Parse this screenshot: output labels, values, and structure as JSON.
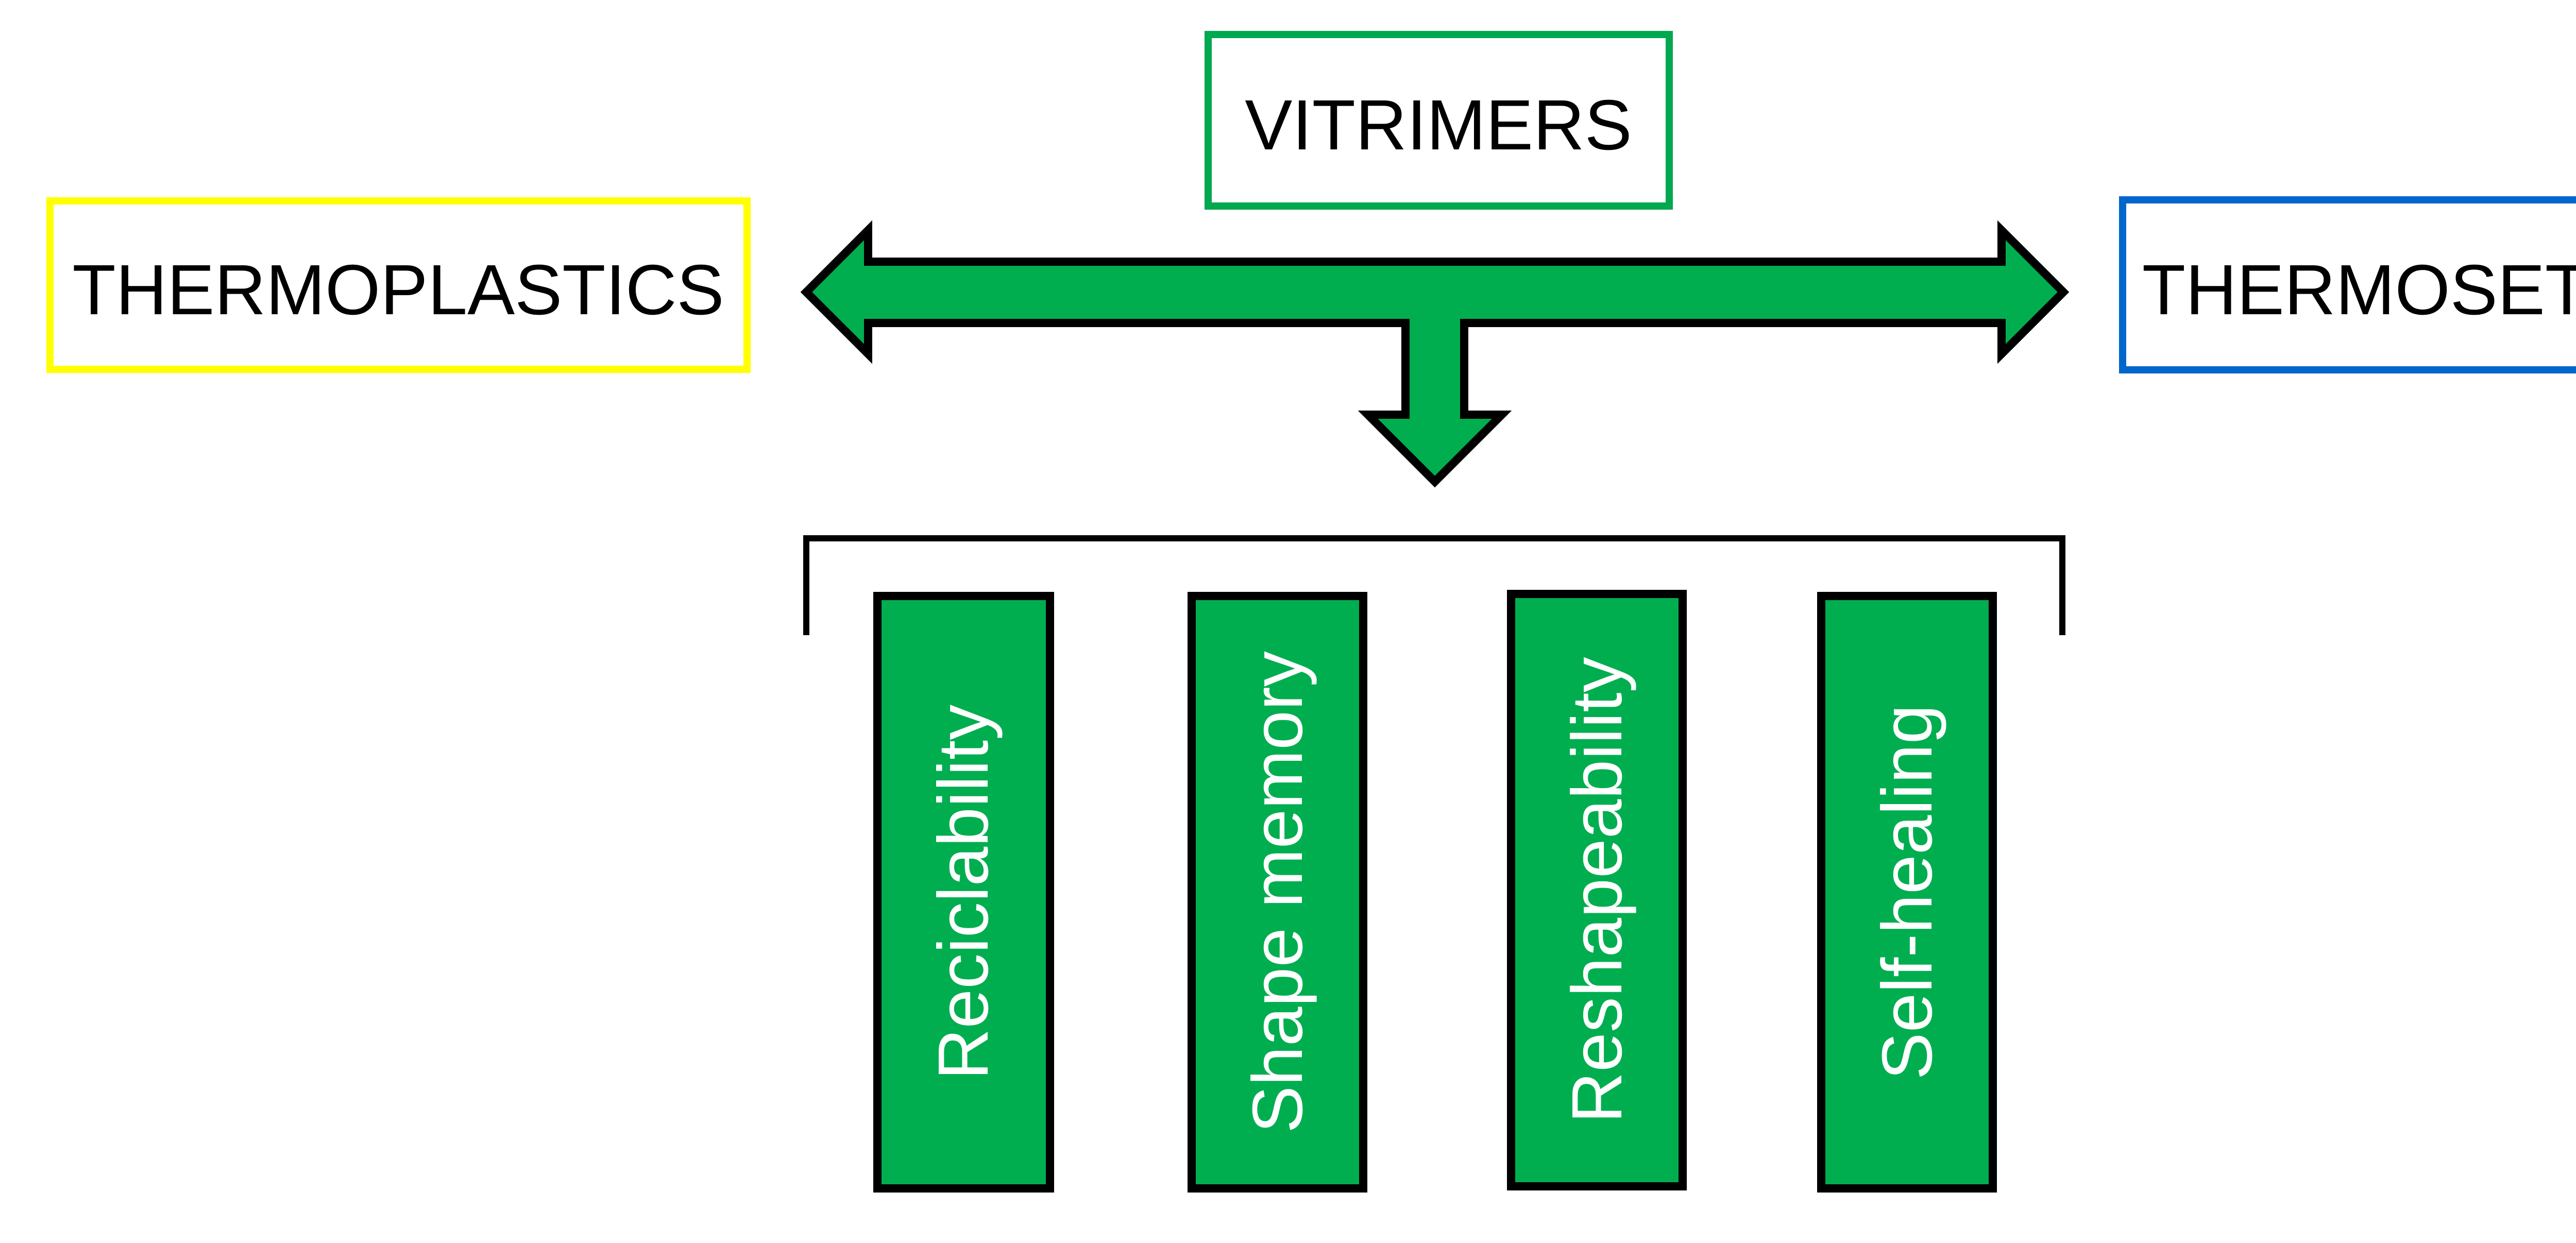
{
  "diagram": {
    "center": {
      "label": "VITRIMERS",
      "border_color": "#00A84F"
    },
    "left": {
      "label": "THERMOPLASTICS",
      "border_color": "#FFFF00"
    },
    "right": {
      "label": "THERMOSETS",
      "border_color": "#0066CC"
    },
    "arrow_color": "#00AE4F",
    "properties": [
      {
        "label": "Reciclability"
      },
      {
        "label": "Shape memory"
      },
      {
        "label": "Reshapeability"
      },
      {
        "label": "Self-healing"
      }
    ],
    "property_fill": "#00AE4F"
  }
}
